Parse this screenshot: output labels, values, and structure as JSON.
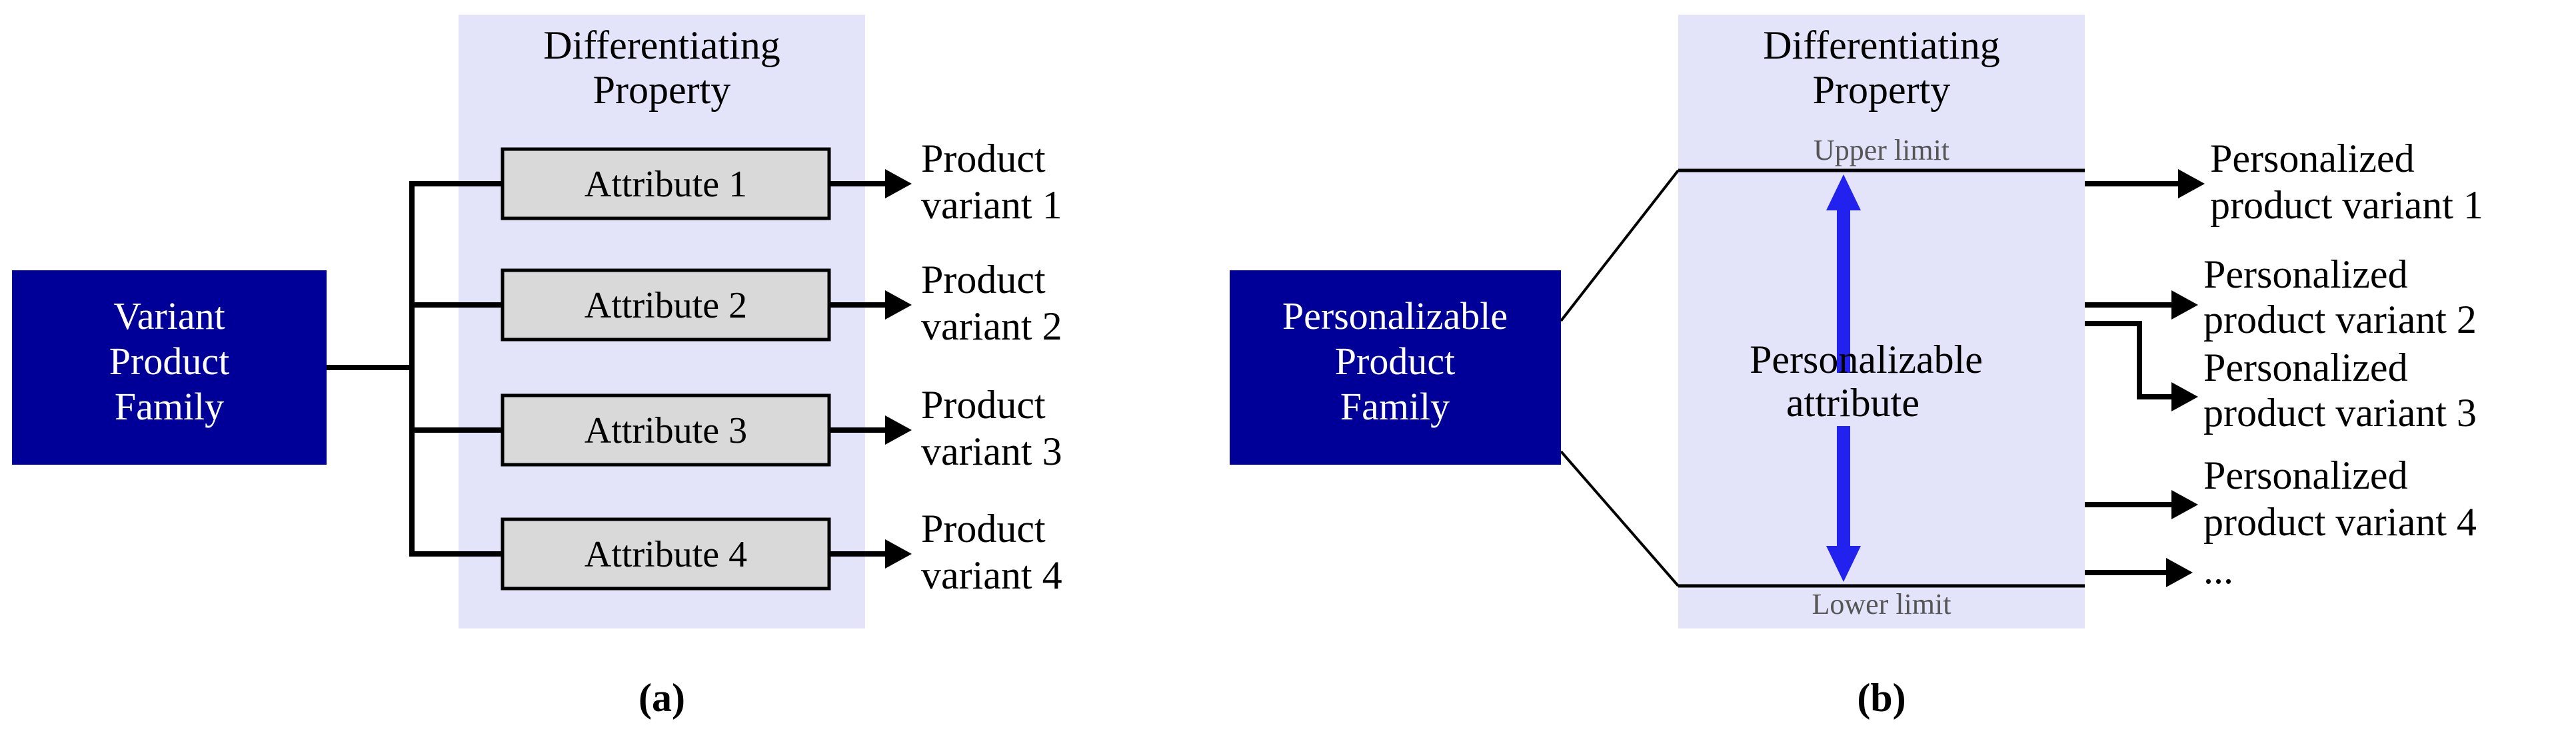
{
  "panel_a": {
    "family_box": {
      "lines": [
        "Variant",
        "Product",
        "Family"
      ]
    },
    "differentiating": {
      "lines": [
        "Differentiating",
        "Property"
      ]
    },
    "attributes": [
      "Attribute 1",
      "Attribute 2",
      "Attribute 3",
      "Attribute 4"
    ],
    "variants": [
      [
        "Product",
        "variant 1"
      ],
      [
        "Product",
        "variant 2"
      ],
      [
        "Product",
        "variant 3"
      ],
      [
        "Product",
        "variant 4"
      ]
    ],
    "caption": "(a)"
  },
  "panel_b": {
    "family_box": {
      "lines": [
        "Personalizable",
        "Product",
        "Family"
      ]
    },
    "differentiating": {
      "lines": [
        "Differentiating",
        "Property"
      ]
    },
    "upper_limit": "Upper limit",
    "lower_limit": "Lower limit",
    "attribute": {
      "lines": [
        "Personalizable",
        "attribute"
      ]
    },
    "variants": [
      [
        "Personalized",
        "product variant 1"
      ],
      [
        "Personalized",
        "product variant 2"
      ],
      [
        "Personalized",
        "product variant 3"
      ],
      [
        "Personalized",
        "product variant 4"
      ]
    ],
    "ellipsis": "...",
    "caption": "(b)"
  },
  "colors": {
    "family_box": "#000099",
    "property_band": "#e3e3fa",
    "attribute_box": "#d9d9d9",
    "range_arrow": "#2222ee"
  }
}
